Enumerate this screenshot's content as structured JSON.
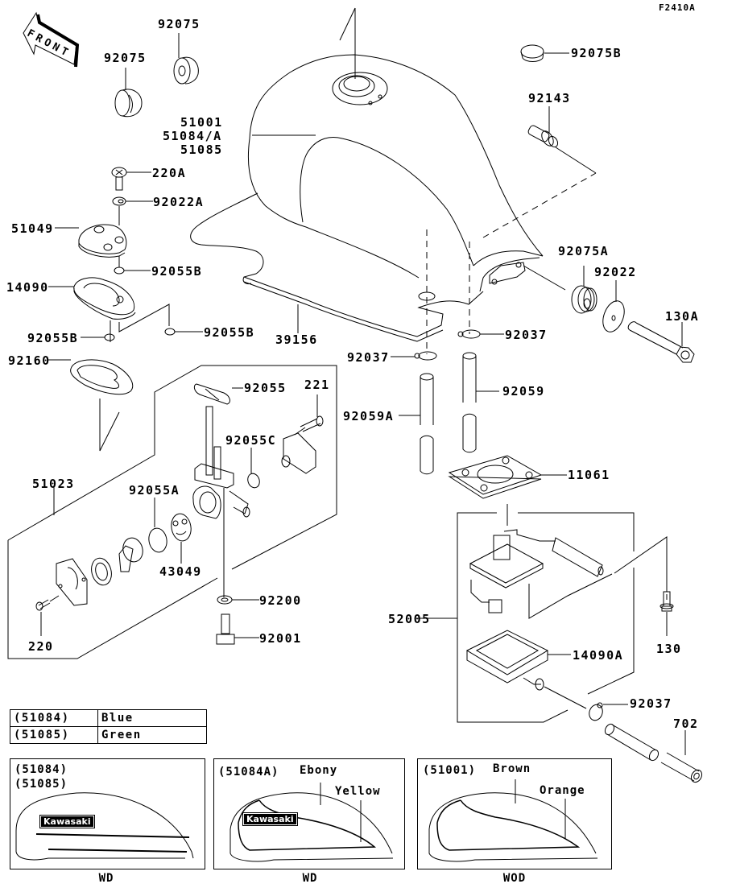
{
  "diagram_id": "F2410A",
  "front_arrow": "FRONT",
  "parts": {
    "p92075_a": "92075",
    "p92075_b": "92075",
    "p92075B": "92075B",
    "p92143": "92143",
    "tank_codes": [
      "51001",
      "51084/A",
      "51085"
    ],
    "p220A": "220A",
    "p92022A": "92022A",
    "p51049": "51049",
    "p92055B_1": "92055B",
    "p14090": "14090",
    "p92055B_2": "92055B",
    "p92055B_3": "92055B",
    "p92160": "92160",
    "p39156": "39156",
    "p92075A": "92075A",
    "p92022": "92022",
    "p130A": "130A",
    "p92037_1": "92037",
    "p92037_2": "92037",
    "p92059A": "92059A",
    "p92059": "92059",
    "p11061": "11061",
    "p92055": "92055",
    "p221": "221",
    "p92055C": "92055C",
    "p51023": "51023",
    "p92055A": "92055A",
    "p43049": "43049",
    "p92200": "92200",
    "p92001": "92001",
    "p220": "220",
    "p52005": "52005",
    "p14090A": "14090A",
    "p130": "130",
    "p92037_3": "92037",
    "p702": "702"
  },
  "color_table": [
    {
      "code": "(51084)",
      "color": "Blue"
    },
    {
      "code": "(51085)",
      "color": "Green"
    }
  ],
  "variants": [
    {
      "codes": [
        "(51084)",
        "(51085)"
      ],
      "logo": "Kawasaki",
      "caption": "WD",
      "labels": []
    },
    {
      "codes": [
        "(51084A)"
      ],
      "logo": "Kawasaki",
      "caption": "WD",
      "labels": [
        "Ebony",
        "Yellow"
      ]
    },
    {
      "codes": [
        "(51001)"
      ],
      "logo": "",
      "caption": "WOD",
      "labels": [
        "Brown",
        "Orange"
      ]
    }
  ]
}
